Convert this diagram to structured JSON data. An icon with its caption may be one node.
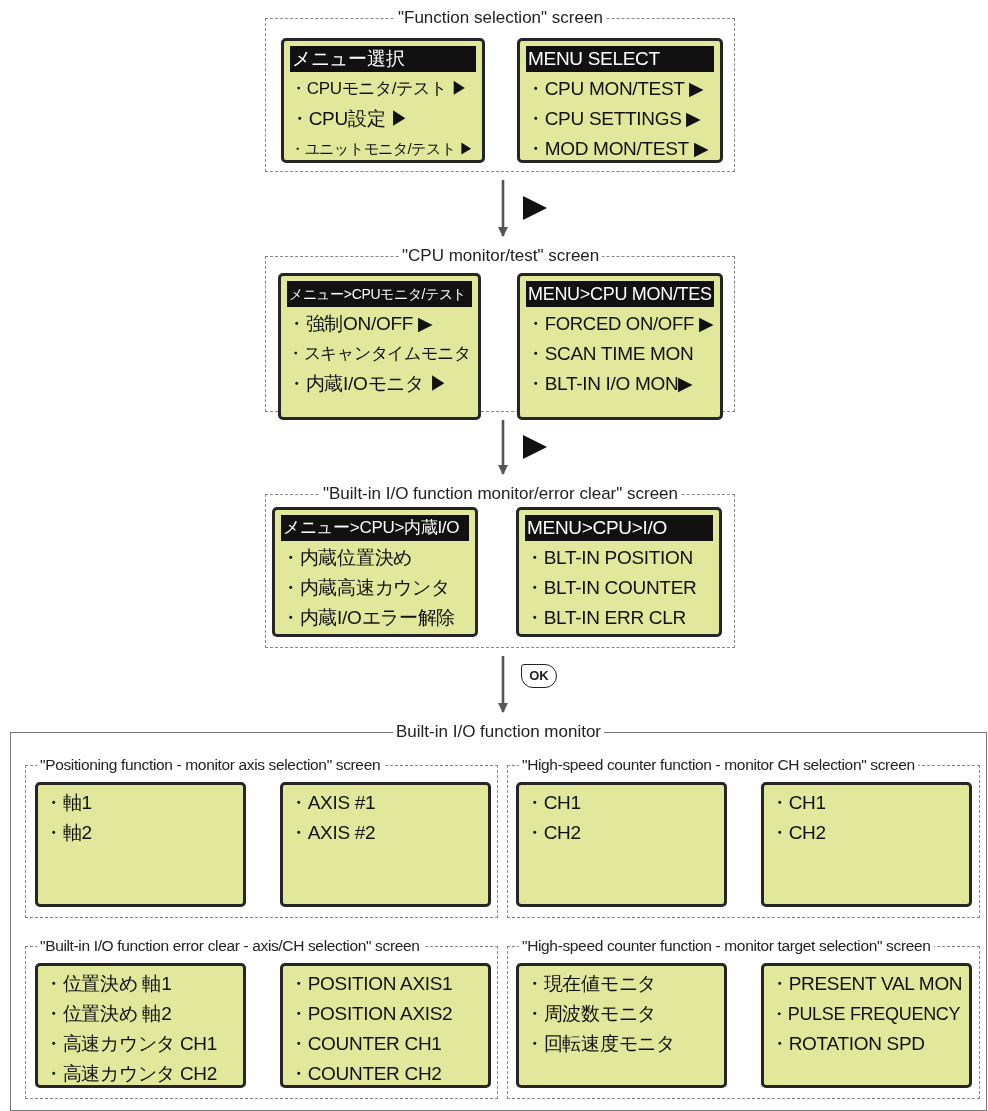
{
  "diagram": {
    "nodes": [
      {
        "text": [
          "\"Function selection\" screen"
        ]
      },
      {
        "text": [
          "メニュー選択",
          "・CPUモニタ/テスト ▶",
          "・CPU設定 ▶",
          "・ユニットモニタ/テスト ▶"
        ],
        "in": 0
      },
      {
        "text": [
          "MENU SELECT",
          "・CPU MON/TEST ▶",
          "・CPU SETTINGS ▶",
          "・MOD MON/TEST ▶"
        ],
        "in": 0
      },
      {
        "text": [
          "\"CPU monitor/test\" screen"
        ]
      },
      {
        "text": [
          "メニュー>CPUモニタ/テスト",
          "・強制ON/OFF ▶",
          "・スキャンタイムモニタ",
          "・内蔵I/Oモニタ ▶"
        ],
        "in": 3
      },
      {
        "text": [
          "MENU>CPU MON/TES",
          "・FORCED ON/OFF ▶",
          "・SCAN TIME MON",
          "・BLT-IN I/O MON▶"
        ],
        "in": 3
      },
      {
        "text": [
          "\"Built-in I/O function monitor/error clear\" screen"
        ]
      },
      {
        "text": [
          "メニュー>CPU>内蔵I/O",
          "・内蔵位置決め",
          "・内蔵高速カウンタ",
          "・内蔵I/Oエラー解除"
        ],
        "in": 6
      },
      {
        "text": [
          "MENU>CPU>I/O",
          "・BLT-IN POSITION",
          "・BLT-IN COUNTER",
          "・BLT-IN ERR CLR"
        ],
        "in": 6
      },
      {
        "text": [
          "Built-in I/O function monitor"
        ]
      },
      {
        "text": [
          "\"Positioning function - monitor axis selection\" screen"
        ],
        "in": 9
      },
      {
        "text": [
          "・軸1",
          "・軸2"
        ],
        "in": 10
      },
      {
        "text": [
          "・AXIS #1",
          "・AXIS #2"
        ],
        "in": 10
      },
      {
        "text": [
          "\"High-speed counter function - monitor CH selection\" screen"
        ],
        "in": 9
      },
      {
        "text": [
          "・CH1",
          "・CH2"
        ],
        "in": 13
      },
      {
        "text": [
          "・CH1",
          "・CH2"
        ],
        "in": 13
      },
      {
        "text": [
          "\"Built-in I/O function error clear - axis/CH selection\" screen"
        ],
        "in": 9
      },
      {
        "text": [
          "・位置決め 軸1",
          "・位置決め 軸2",
          "・高速カウンタ CH1",
          "・高速カウンタ CH2"
        ],
        "in": 16
      },
      {
        "text": [
          "・POSITION AXIS1",
          "・POSITION AXIS2",
          "・COUNTER CH1",
          "・COUNTER CH2"
        ],
        "in": 16
      },
      {
        "text": [
          "\"High-speed counter function - monitor target selection\" screen"
        ],
        "in": 9
      },
      {
        "text": [
          "・現在値モニタ",
          "・周波数モニタ",
          "・回転速度モニタ"
        ],
        "in": 19
      },
      {
        "text": [
          "・PRESENT VAL MON",
          "・PULSE FREQUENCY",
          "・ROTATION SPD"
        ],
        "in": 19
      }
    ],
    "edges": [
      {
        "from": 0,
        "to": 3,
        "arrow": "to"
      },
      {
        "from": 3,
        "to": 6,
        "arrow": "to"
      },
      {
        "from": 6,
        "to": 9,
        "arrow": "to"
      }
    ],
    "labels": [
      "OK"
    ]
  }
}
